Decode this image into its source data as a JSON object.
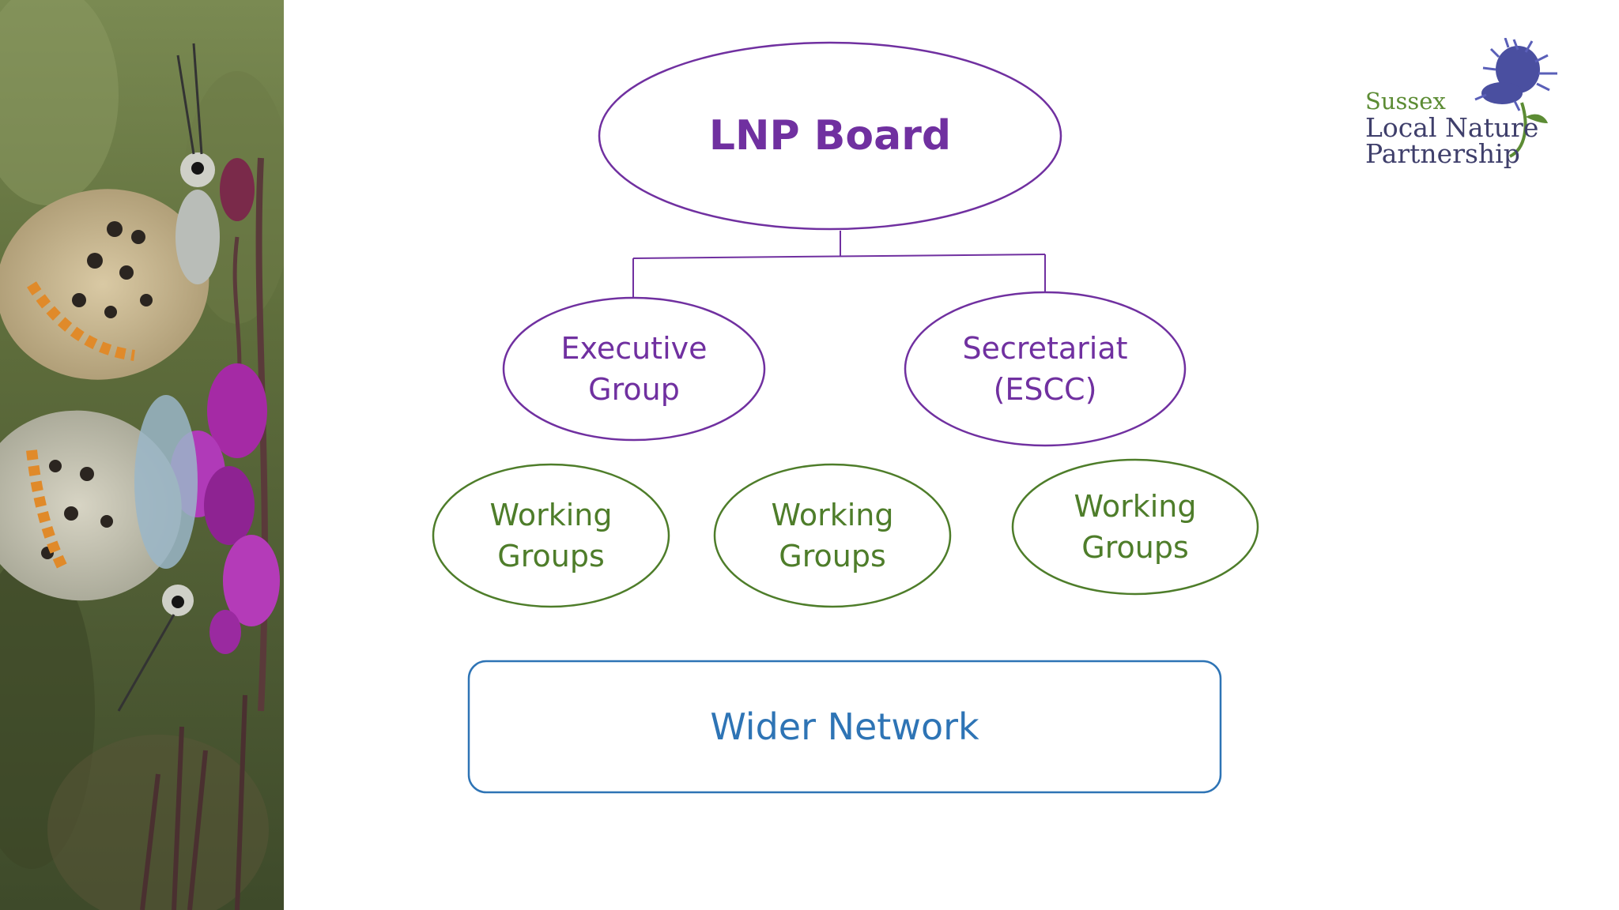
{
  "nodes": {
    "board": "LNP Board",
    "executive": "Executive\nGroup",
    "secretariat": "Secretariat\n(ESCC)",
    "working_groups": [
      "Working\nGroups",
      "Working\nGroups",
      "Working\nGroups"
    ],
    "wider_network": "Wider Network"
  },
  "logo": {
    "line1": "Sussex",
    "line2": "Local Nature",
    "line3": "Partnership"
  },
  "colors": {
    "purple": "#7030a0",
    "green": "#4e7d2a",
    "blue": "#2e74b5"
  },
  "icons": {
    "photo": "butterflies-on-heather-photo",
    "logo": "thistle-flower-logo"
  }
}
